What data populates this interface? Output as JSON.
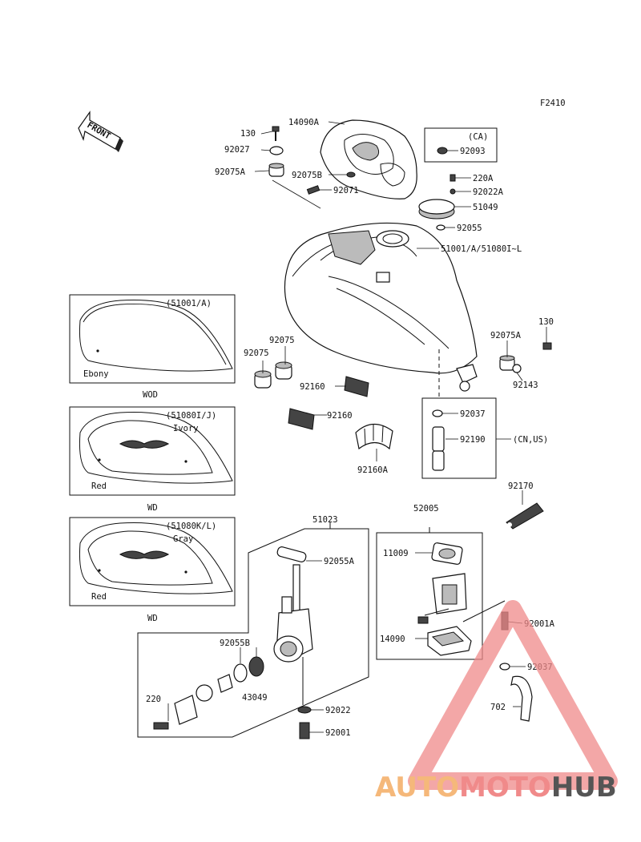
{
  "figure_code": "F2410",
  "front_label": "FRONT",
  "watermark": {
    "part1": "AUTO",
    "part2": "MOTO",
    "part3": "HUB",
    "color1": "#f5b87a",
    "color2": "#f08a8a",
    "color3": "#555555"
  },
  "callouts": {
    "c130a": "130",
    "c14090a": "14090A",
    "c92027": "92027",
    "c92075a_top": "92075A",
    "c92075b": "92075B",
    "c92071": "92071",
    "ca_label": "(CA)",
    "c92093": "92093",
    "c220a": "220A",
    "c92022a": "92022A",
    "c51049": "51049",
    "c92055": "92055",
    "c51001": "51001/A/51080I~L",
    "c92075a_right": "92075A",
    "c130b": "130",
    "c92143": "92143",
    "c92075_1": "92075",
    "c92075_2": "92075",
    "c92160_1": "92160",
    "c92160_2": "92160",
    "c92160a": "92160A",
    "c92037_1": "92037",
    "c92190": "92190",
    "cn_us": "(CN,US)",
    "c92170": "92170",
    "c51023": "51023",
    "c92055a": "92055A",
    "c92055b": "92055B",
    "c43049": "43049",
    "c220": "220",
    "c92022": "92022",
    "c92001": "92001",
    "c52005": "52005",
    "c11009": "11009",
    "c14090": "14090",
    "c92001a": "92001A",
    "c92037_2": "92037",
    "c702": "702"
  },
  "variants": [
    {
      "code": "(51001/A)",
      "color_top": "",
      "color_bottom": "Ebony",
      "caption": "WOD"
    },
    {
      "code": "(51080I/J)",
      "color_top": "Ivory",
      "color_bottom": "Red",
      "caption": "WD"
    },
    {
      "code": "(51080K/L)",
      "color_top": "Gray",
      "color_bottom": "Red",
      "caption": "WD"
    }
  ]
}
